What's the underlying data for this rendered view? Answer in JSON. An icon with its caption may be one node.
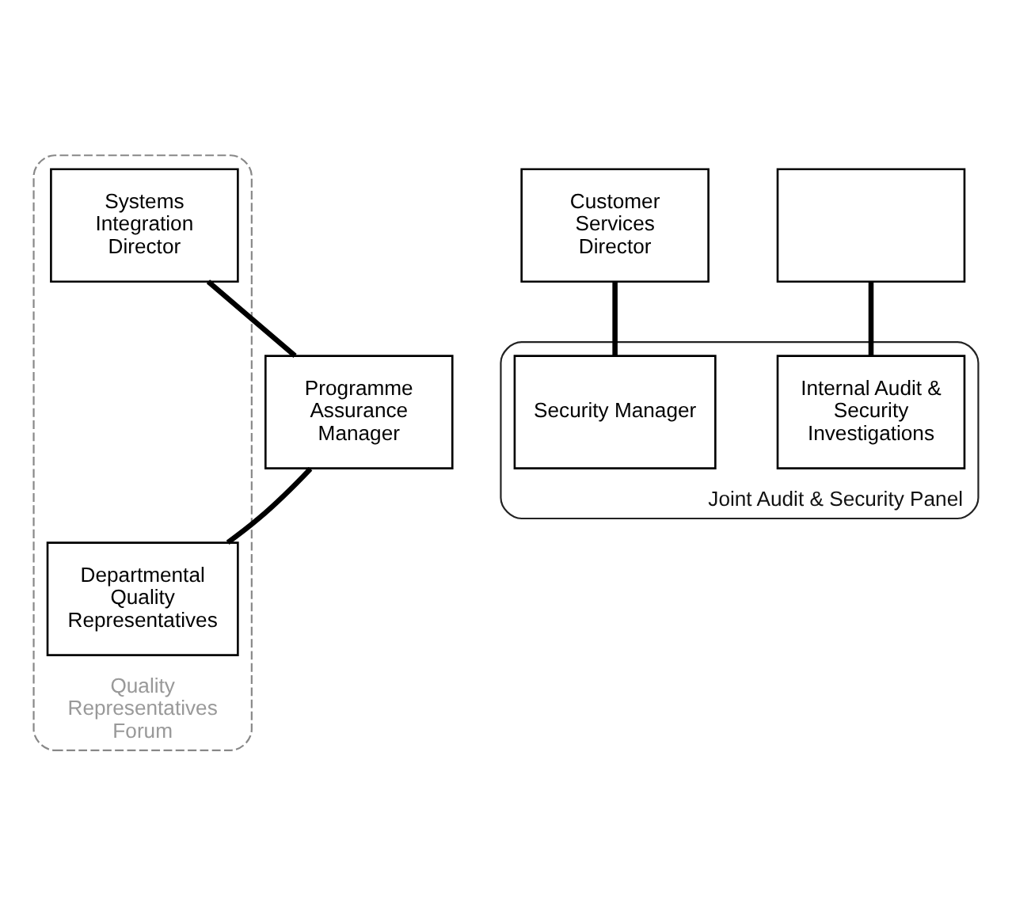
{
  "diagram": {
    "nodes": [
      {
        "text": [
          "Quality Representatives Forum"
        ]
      },
      {
        "text": [
          "Systems Integration Director"
        ],
        "in": 0
      },
      {
        "text": [
          "Customer Services Director"
        ]
      },
      {
        "text": [],
        "shape": "box"
      },
      {
        "text": [
          "Joint Audit & Security Panel"
        ]
      },
      {
        "text": [
          "Programme Assurance Manager"
        ]
      },
      {
        "text": [
          "Security Manager"
        ],
        "in": 4
      },
      {
        "text": [
          "Internal Audit & Security Investigations"
        ],
        "in": 4
      },
      {
        "text": [
          "Departmental Quality Representatives"
        ],
        "in": 0
      }
    ],
    "edges": [
      {
        "from": 1,
        "to": 5,
        "arrow": "none"
      },
      {
        "from": 2,
        "to": 6,
        "arrow": "none"
      },
      {
        "from": 3,
        "to": 7,
        "arrow": "none"
      },
      {
        "from": 5,
        "to": 8,
        "arrow": "none"
      }
    ]
  }
}
